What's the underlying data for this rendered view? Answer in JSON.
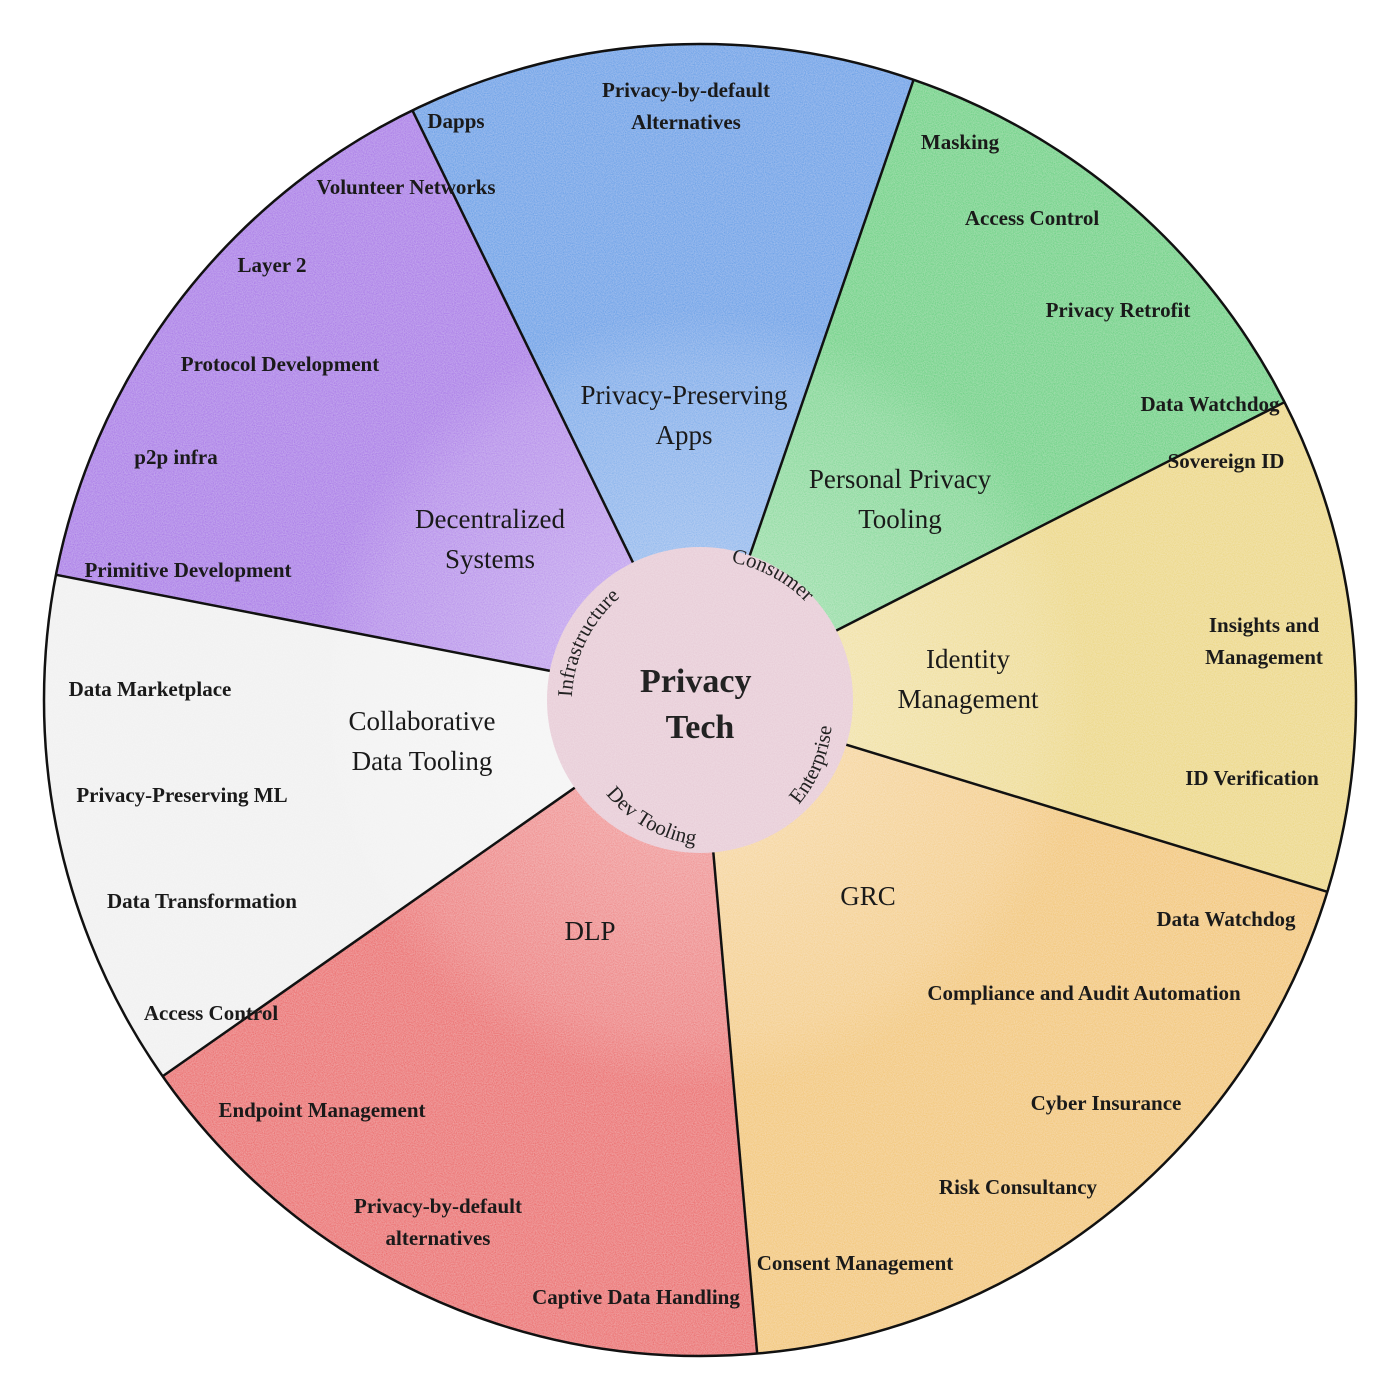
{
  "center": {
    "title_lines": [
      "Privacy",
      "Tech"
    ]
  },
  "ring_labels": [
    "Consumer",
    "Enterprise",
    "Dev Tooling",
    "Infrastructure"
  ],
  "sectors": [
    {
      "id": "privacy-preserving-apps",
      "name_lines": [
        "Privacy-Preserving",
        "Apps"
      ],
      "color": "#5499e6",
      "items": [
        [
          "Privacy-by-default",
          "Alternatives"
        ]
      ]
    },
    {
      "id": "personal-privacy-tooling",
      "name_lines": [
        "Personal Privacy",
        "Tooling"
      ],
      "color": "#5acf79",
      "items": [
        [
          "Masking"
        ],
        [
          "Access Control"
        ],
        [
          "Privacy Retrofit"
        ],
        [
          "Data Watchdog"
        ]
      ]
    },
    {
      "id": "identity-management",
      "name_lines": [
        "Identity",
        "Management"
      ],
      "color": "#ecd67a",
      "items": [
        [
          "Sovereign ID"
        ],
        [
          "Insights and",
          "Management"
        ],
        [
          "ID Verification"
        ]
      ]
    },
    {
      "id": "grc",
      "name_lines": [
        "GRC"
      ],
      "color": "#f2c46a",
      "items": [
        [
          "Data Watchdog"
        ],
        [
          "Compliance and Audit Automation"
        ],
        [
          "Cyber Insurance"
        ],
        [
          "Risk Consultancy"
        ],
        [
          "Consent Management"
        ]
      ]
    },
    {
      "id": "dlp",
      "name_lines": [
        "DLP"
      ],
      "color": "#ea5a5a",
      "items": [
        [
          "Endpoint Management"
        ],
        [
          "Privacy-by-default",
          "alternatives"
        ],
        [
          "Captive Data Handling"
        ]
      ]
    },
    {
      "id": "collaborative-data-tooling",
      "name_lines": [
        "Collaborative",
        "Data Tooling"
      ],
      "color": "#f0f0f0",
      "items": [
        [
          "Data Marketplace"
        ],
        [
          "Privacy-Preserving ML"
        ],
        [
          "Data Transformation"
        ],
        [
          "Access Control"
        ]
      ]
    },
    {
      "id": "decentralized-systems",
      "name_lines": [
        "Decentralized",
        "Systems"
      ],
      "color": "#a46ce6",
      "items": [
        [
          "Dapps"
        ],
        [
          "Volunteer Networks"
        ],
        [
          "Layer 2"
        ],
        [
          "Protocol Development"
        ],
        [
          "p2p infra"
        ],
        [
          "Primitive Development"
        ]
      ]
    }
  ]
}
